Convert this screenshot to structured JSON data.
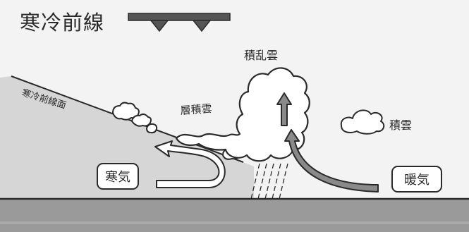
{
  "title": "寒冷前線",
  "labels": {
    "front_surface": "寒冷前線面",
    "cumulonimbus": "積乱雲",
    "stratocumulus": "層積雲",
    "cumulus": "積雲"
  },
  "air_masses": {
    "cold": "寒気",
    "warm": "暖気"
  },
  "colors": {
    "background": "#f3f3f3",
    "cold_air_region": "#d6d6d6",
    "ground": "#9a9a9a",
    "arrow_fill": "#8a8a8a",
    "front_symbol": "#555555",
    "outline": "#2a2a2a"
  }
}
